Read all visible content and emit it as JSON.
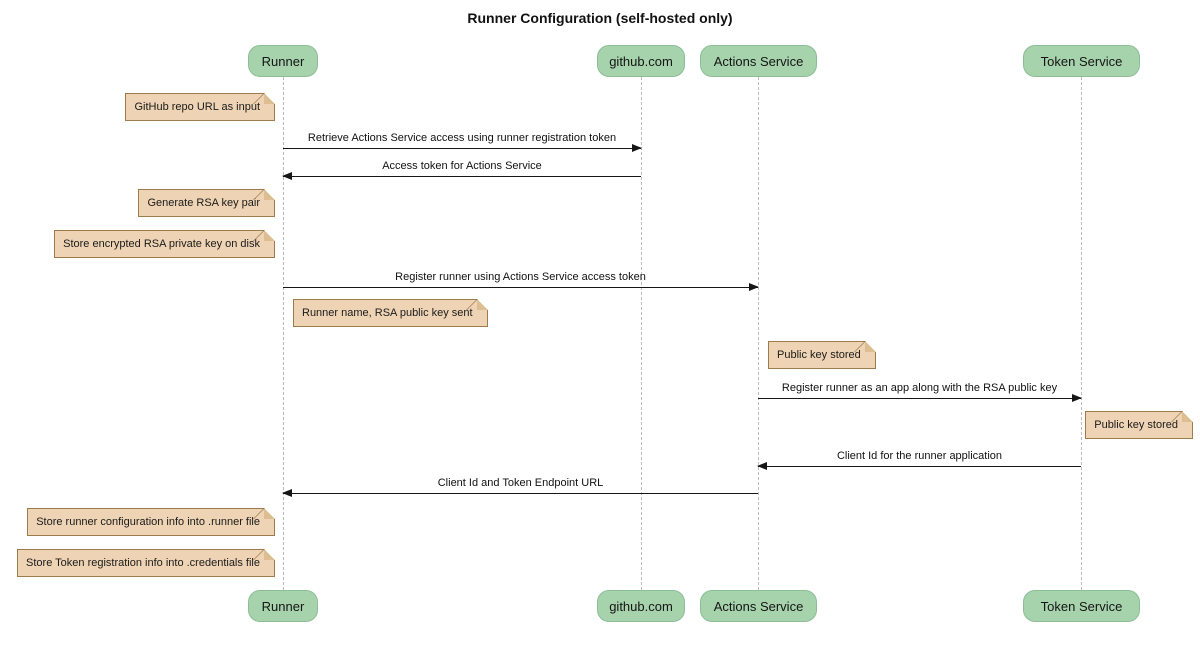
{
  "title": "Runner Configuration (self-hosted only)",
  "participants": [
    {
      "label": "Runner"
    },
    {
      "label": "github.com"
    },
    {
      "label": "Actions Service"
    },
    {
      "label": "Token Service"
    }
  ],
  "messages": [
    {
      "label": "Retrieve Actions Service access using runner registration token",
      "from": "Runner",
      "to": "github.com",
      "direction": "right"
    },
    {
      "label": "Access token for Actions Service",
      "from": "github.com",
      "to": "Runner",
      "direction": "left"
    },
    {
      "label": "Register runner using Actions Service access token",
      "from": "Runner",
      "to": "Actions Service",
      "direction": "right"
    },
    {
      "label": "Register runner as an app along with the RSA public key",
      "from": "Actions Service",
      "to": "Token Service",
      "direction": "right"
    },
    {
      "label": "Client Id for the runner application",
      "from": "Token Service",
      "to": "Actions Service",
      "direction": "left"
    },
    {
      "label": "Client Id and Token Endpoint URL",
      "from": "Actions Service",
      "to": "Runner",
      "direction": "left"
    }
  ],
  "notes": [
    {
      "text": "GitHub repo URL as input",
      "anchor": "Runner"
    },
    {
      "text": "Generate RSA key pair",
      "anchor": "Runner"
    },
    {
      "text": "Store encrypted RSA private key on disk",
      "anchor": "Runner"
    },
    {
      "text": "Runner name, RSA public key sent",
      "anchor": "Runner"
    },
    {
      "text": "Public key stored",
      "anchor": "Actions Service"
    },
    {
      "text": "Public key stored",
      "anchor": "Token Service"
    },
    {
      "text": "Store runner configuration info into .runner file",
      "anchor": "Runner"
    },
    {
      "text": "Store Token registration info into .credentials file",
      "anchor": "Runner"
    }
  ],
  "colors": {
    "participant_fill": "#A6D3AC",
    "participant_border": "#8DBD97",
    "note_fill": "#EED3B4",
    "note_border": "#9C7C4D",
    "note_fold": "#DDBE93",
    "lifeline": "#BBBBBB",
    "arrow": "#161616",
    "background": "#FFFFFF",
    "text": "#1B1B1B"
  }
}
